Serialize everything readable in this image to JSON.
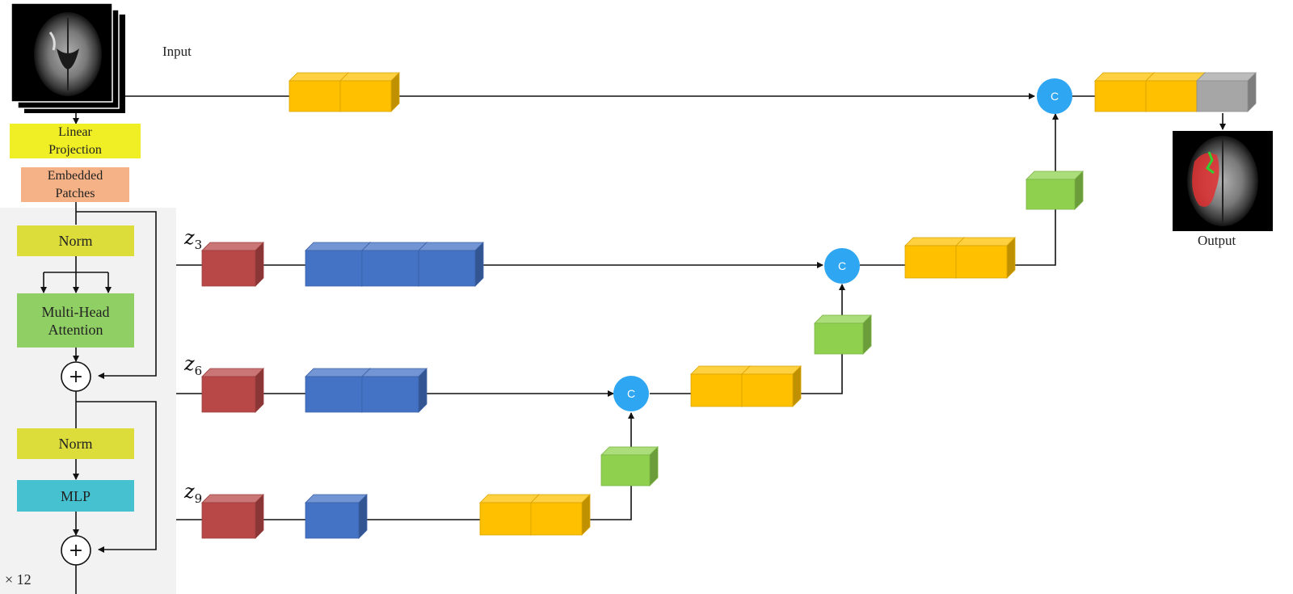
{
  "labels": {
    "input": "Input",
    "output": "Output",
    "repeat": "× 12"
  },
  "blocks": {
    "linear_projection": "Linear\nProjection",
    "embedded_patches": "Embedded\nPatches",
    "norm_1": "Norm",
    "multi_head_attention": "Multi-Head\nAttention",
    "norm_2": "Norm",
    "mlp": "MLP"
  },
  "skip_labels": [
    {
      "var": "z",
      "sub": "3"
    },
    {
      "var": "z",
      "sub": "6"
    },
    {
      "var": "z",
      "sub": "9"
    }
  ],
  "concat_symbol": "C",
  "add_symbol": "+",
  "colors": {
    "linear_projection": "#f0ee24",
    "embedded_patches": "#f5b287",
    "norm": "#dcdc3a",
    "attention": "#8fcf63",
    "mlp": "#45c1cf",
    "red_block": "#b84848",
    "blue_block": "#4472c4",
    "yellow_block": "#ffc000",
    "green_block": "#8fd14f",
    "gray_block": "#a6a6a6",
    "concat": "#2ea6f2",
    "panel_bg": "#f2f2f2"
  }
}
